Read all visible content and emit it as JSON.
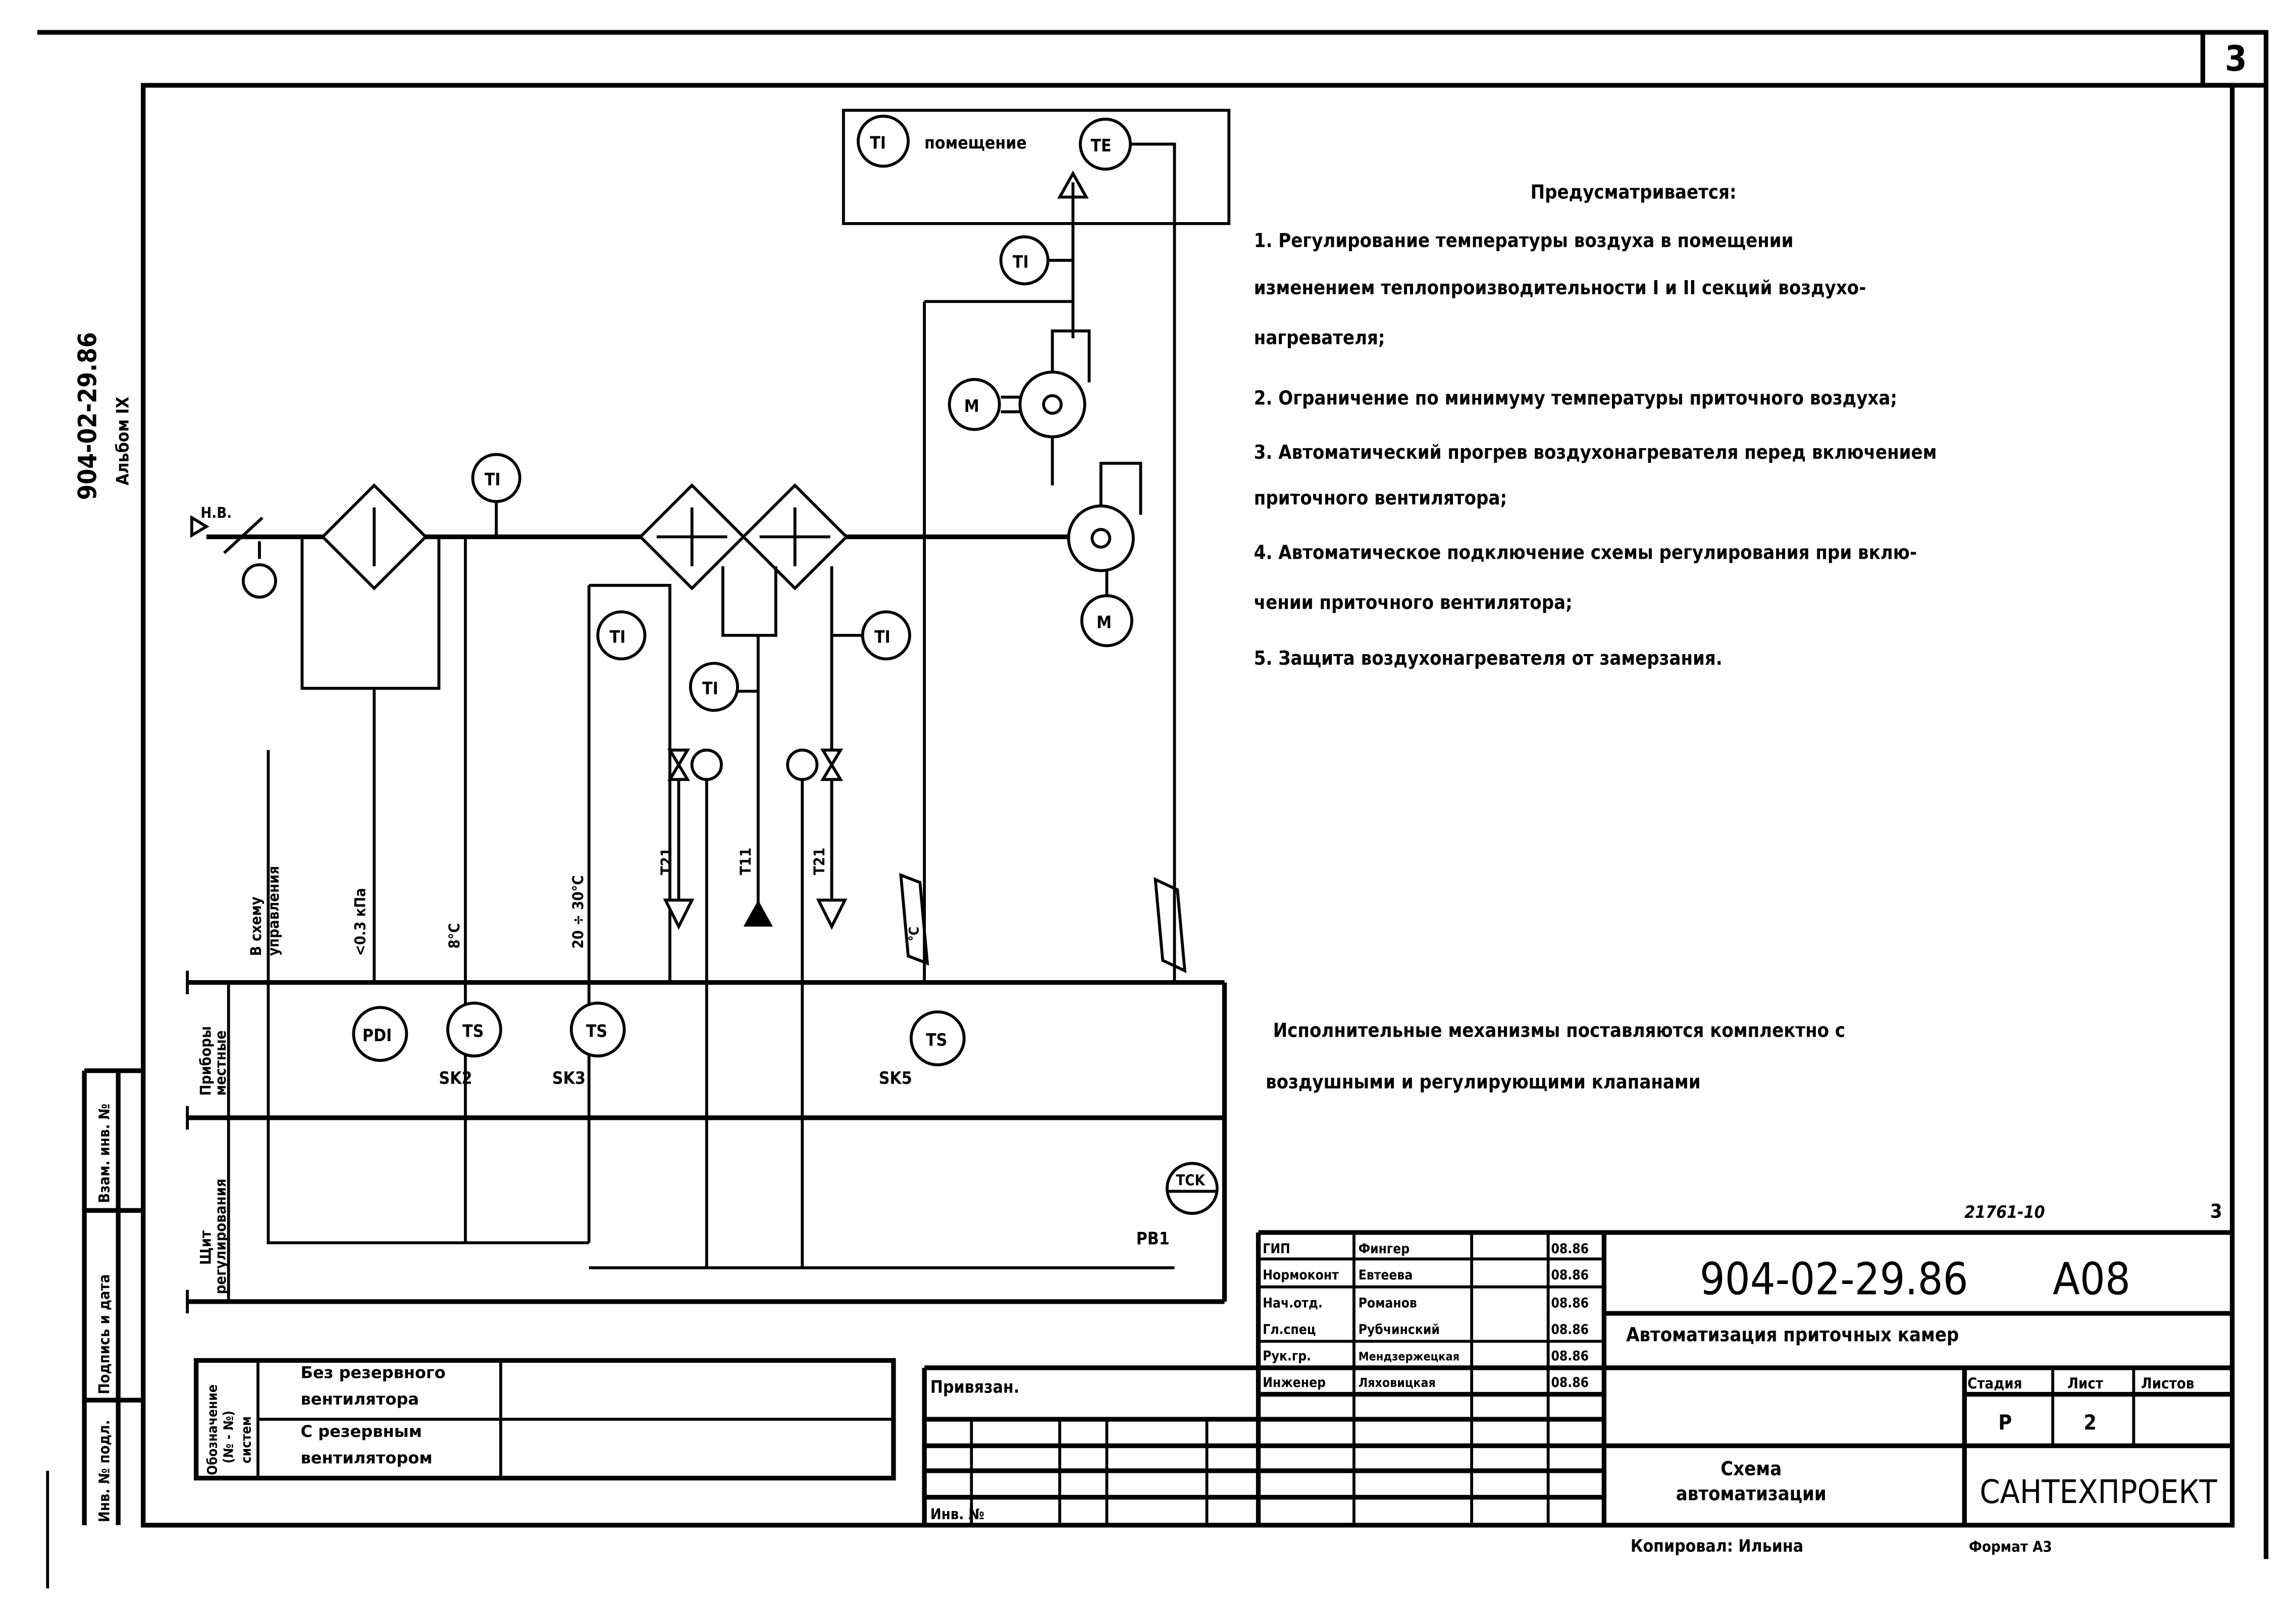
{
  "sheet_number": "3",
  "album": {
    "code": "904-02-29.86",
    "label": "Альбом IX"
  },
  "notes": {
    "heading": "Предусматривается:",
    "lines": [
      "1. Регулирование температуры воздуха в помещении",
      "изменением теплопроизводительности I и II секций воздухо-",
      "нагревателя;",
      "2. Ограничение по минимуму температуры приточного воздуха;",
      "3. Автоматический прогрев воздухонагревателя перед включением",
      "приточного вентилятора;",
      "4. Автоматическое подключение схемы регулирования при вклю-",
      "чении приточного вентилятора;",
      "5. Защита воздухонагревателя от замерзания."
    ],
    "remark": [
      "Исполнительные механизмы поставляются комплектно с",
      "воздушными и регулирующими клапанами"
    ]
  },
  "diagram": {
    "room": "помещение",
    "ti": "TI",
    "te": "TE",
    "m": "M",
    "nv": "Н.В.",
    "to_control": [
      "В схему",
      "управления"
    ],
    "setpoints": {
      "pressure": "<0.3 кПа",
      "t8": "8°С",
      "t20": "20 ÷ 30°С",
      "degc": "°С"
    },
    "pipes": {
      "t21": "Т21",
      "t11": "Т11"
    },
    "devices": {
      "pdi": "PDI",
      "ts": "TS",
      "tck": "TCK"
    },
    "positions": {
      "sk2": "SK2",
      "sk3": "SK3",
      "sk5": "SK5",
      "pb1": "PB1"
    },
    "rows": {
      "local": [
        "Приборы",
        "местные"
      ],
      "panel": [
        "Щит",
        "регулирования"
      ]
    }
  },
  "left_strip": [
    "Инв. № подл.",
    "Подпись и дата",
    "Взам. инв. №"
  ],
  "systems": {
    "header": [
      "Обозначение",
      "(№ - №)",
      "систем"
    ],
    "rows": [
      "Без резервного вентилятора",
      "С резервным вентилятором"
    ]
  },
  "binding": {
    "label": "Привязан.",
    "inv": "Инв. №"
  },
  "stamp": {
    "archive_no": "21761-10",
    "sheet_corner": "3",
    "people": [
      [
        "ГИП",
        "Фингер",
        "08.86"
      ],
      [
        "Нормоконт",
        "Евтеева",
        "08.86"
      ],
      [
        "Нач.отд.",
        "Романов",
        "08.86"
      ],
      [
        "Гл.спец",
        "Рубчинский",
        "08.86"
      ],
      [
        "Рук.гр.",
        "Мендзержецкая",
        "08.86"
      ],
      [
        "Инженер",
        "Ляховицкая",
        "08.86"
      ]
    ],
    "code": "904-02-29.86",
    "mark": "А08",
    "title": "Автоматизация приточных камер",
    "cols": [
      "Стадия",
      "Лист",
      "Листов"
    ],
    "stage": "Р",
    "sheet": "2",
    "drawing": [
      "Схема",
      "автоматизации"
    ],
    "org": "САНТЕХПРОЕКТ",
    "copied": "Копировал: Ильина",
    "format": "Формат А3"
  }
}
